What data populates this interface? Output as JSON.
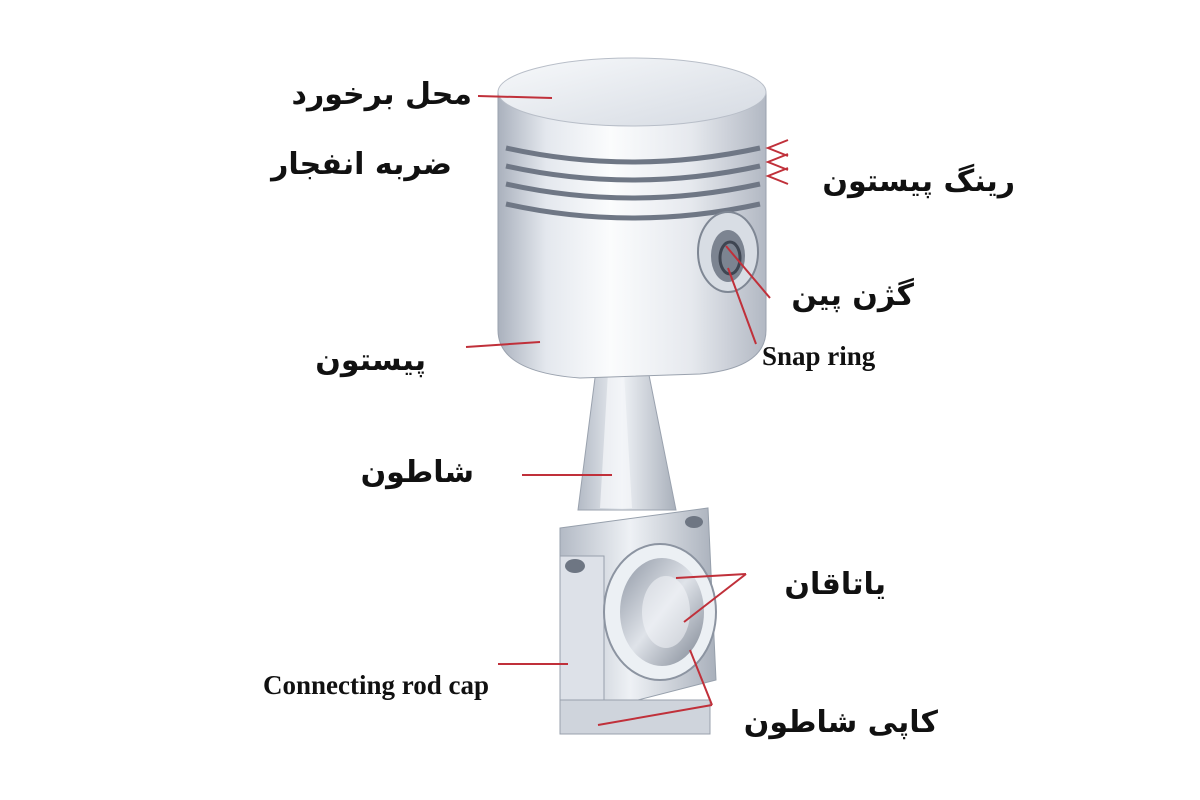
{
  "labels": {
    "impact_line1": "محل برخورد",
    "impact_line2": "ضربه انفجار",
    "piston_ring": "رینگ پیستون",
    "gudgeon_pin": "گژن پین",
    "snap_ring": "Snap ring",
    "piston": "پیستون",
    "connecting_rod": "شاطون",
    "bearing": "یاتاقان",
    "rod_cap_en": "Connecting rod cap",
    "rod_cap_fa": "کاپی شاطون"
  },
  "colors": {
    "leader": "#c0303a",
    "text": "#111111",
    "metal_light": "#eef1f6",
    "metal_mid": "#c9cfd9",
    "metal_dark": "#8e96a3"
  }
}
